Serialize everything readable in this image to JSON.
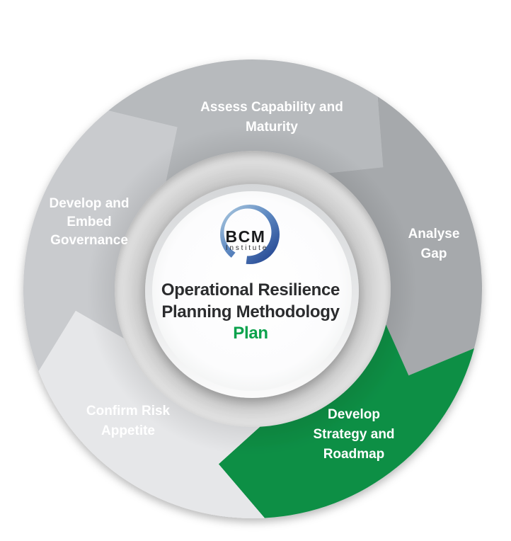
{
  "diagram": {
    "title": "Operational Resilience Planning Methodology cycle",
    "center": {
      "logo_text": "BCM",
      "logo_subtext": "Institute",
      "title_line1": "Operational Resilience",
      "title_line2": "Planning Methodology",
      "phase_label": "Plan",
      "title_color": "#2b2c2e",
      "phase_color": "#0ba24c"
    },
    "segments": [
      {
        "id": "assess-capability-and-maturity",
        "lines": [
          "Assess Capability and",
          "Maturity"
        ],
        "color": "#b7babd",
        "highlighted": false
      },
      {
        "id": "analyse-gap",
        "lines": [
          "Analyse",
          "Gap"
        ],
        "color": "#a6a9ac",
        "highlighted": false
      },
      {
        "id": "develop-strategy-and-roadmap",
        "lines": [
          "Develop",
          "Strategy and",
          "Roadmap"
        ],
        "color": "#0d8f45",
        "highlighted": true
      },
      {
        "id": "confirm-risk-appetite",
        "lines": [
          "Confirm Risk",
          "Appetite"
        ],
        "color": "#e6e7e9",
        "highlighted": false
      },
      {
        "id": "develop-and-embed-governance",
        "lines": [
          "Develop and",
          "Embed",
          "Governance"
        ],
        "color": "#c9cbce",
        "highlighted": false
      }
    ],
    "colors": {
      "highlight_green": "#0d8f45",
      "phase_green": "#0ba24c",
      "label_text": "#ffffff",
      "logo_swoosh_light": "#a8c6de",
      "logo_swoosh_mid": "#5d88c1",
      "logo_swoosh_dark": "#1d3e8c"
    }
  }
}
